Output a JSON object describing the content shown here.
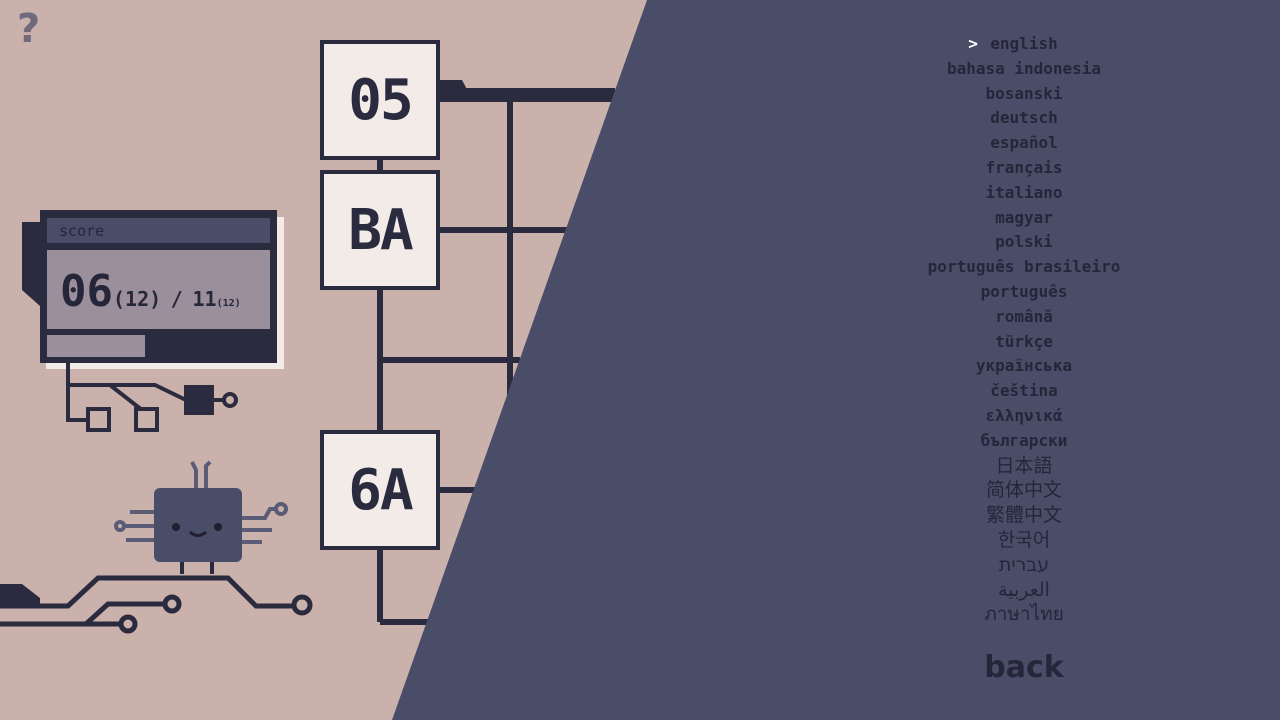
{
  "help_label": "?",
  "score": {
    "label": "score",
    "current": "06",
    "current_max": "(12)",
    "separator": "/",
    "total": "11",
    "total_max": "(12)",
    "progress": 0.44
  },
  "chips": [
    "05",
    "BA",
    "6A"
  ],
  "languages": {
    "selected_index": 0,
    "cursor": ">",
    "items": [
      "english",
      "bahasa indonesia",
      "bosanski",
      "deutsch",
      "español",
      "français",
      "italiano",
      "magyar",
      "polski",
      "português brasileiro",
      "português",
      "română",
      "türkçe",
      "українська",
      "čeština",
      "ελληνικά",
      "български",
      "日本語",
      "简体中文",
      "繁體中文",
      "한국어",
      "עברית",
      "العربية",
      "ภาษาไทย"
    ]
  },
  "back_label": "back",
  "colors": {
    "background": "#cbb1ab",
    "panel": "#4a4d68",
    "ink": "#26263a",
    "chip": "#f2ebe7",
    "cursor": "#ffffff"
  }
}
